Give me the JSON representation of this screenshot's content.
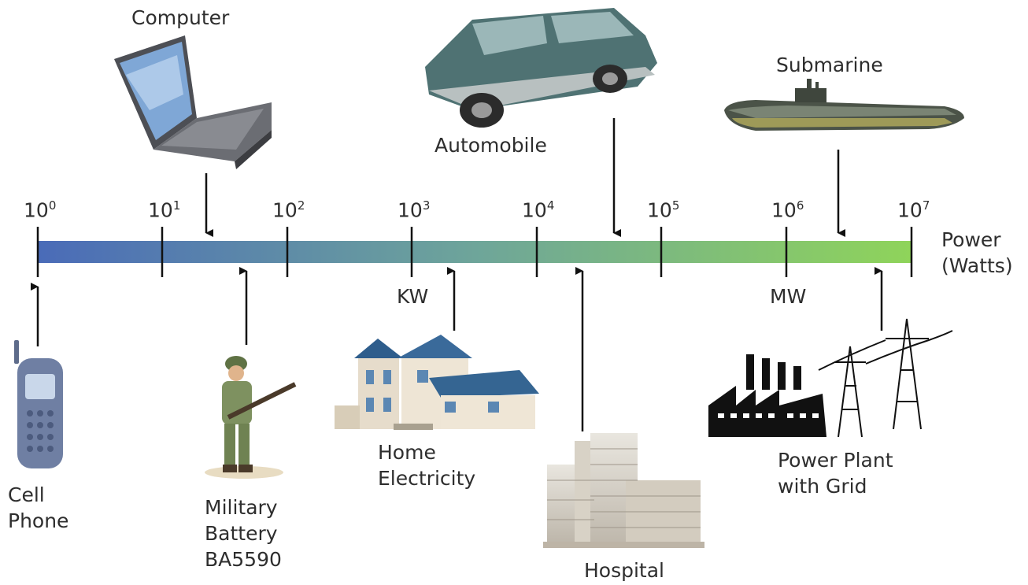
{
  "scale": {
    "ticks": [
      {
        "base": "10",
        "exp": "0"
      },
      {
        "base": "10",
        "exp": "1"
      },
      {
        "base": "10",
        "exp": "2"
      },
      {
        "base": "10",
        "exp": "3"
      },
      {
        "base": "10",
        "exp": "4"
      },
      {
        "base": "10",
        "exp": "5"
      },
      {
        "base": "10",
        "exp": "6"
      },
      {
        "base": "10",
        "exp": "7"
      }
    ],
    "axis_title_line1": "Power",
    "axis_title_line2": "(Watts)",
    "unit_kw": "KW",
    "unit_mw": "MW",
    "gradient_colors": [
      "#4a6bb8",
      "#6ea59a",
      "#8fd45a"
    ]
  },
  "items": {
    "computer": {
      "label": "Computer",
      "icon": "laptop-icon"
    },
    "automobile": {
      "label": "Automobile",
      "icon": "suv-icon"
    },
    "submarine": {
      "label": "Submarine",
      "icon": "submarine-icon"
    },
    "cell_phone": {
      "line1": "Cell",
      "line2": "Phone",
      "icon": "cell-phone-icon"
    },
    "military_battery": {
      "line1": "Military",
      "line2": "Battery",
      "line3": "BA5590",
      "icon": "soldier-icon"
    },
    "home_electricity": {
      "line1": "Home",
      "line2": "Electricity",
      "icon": "house-icon"
    },
    "hospital": {
      "label": "Hospital",
      "icon": "hospital-building-icon"
    },
    "power_plant": {
      "line1": "Power Plant",
      "line2": "with Grid",
      "icon": "power-plant-icon"
    }
  }
}
